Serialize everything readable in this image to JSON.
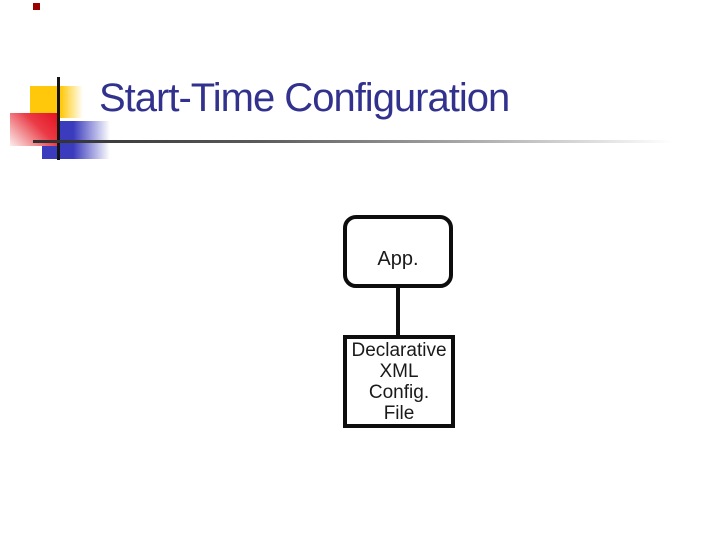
{
  "slide": {
    "title": "Start-Time Configuration",
    "title_color": "#32328E",
    "background_color": "#FFFFFF"
  },
  "decoration": {
    "corner_square_color": "#990000",
    "yellow_square_color": "#FFC80A",
    "red_square_color": "#E51222",
    "blue_square_color": "#3B3BBE",
    "cross_lines_color": "#141414",
    "underline_start_color": "#2E2E2E",
    "underline_end_color": "#EFEFEF"
  },
  "diagram": {
    "box_border_color": "#0D0D0D",
    "app_box": {
      "label": "App."
    },
    "config_box": {
      "lines": [
        "Declarative",
        "XML",
        "Config.",
        "File"
      ]
    }
  }
}
